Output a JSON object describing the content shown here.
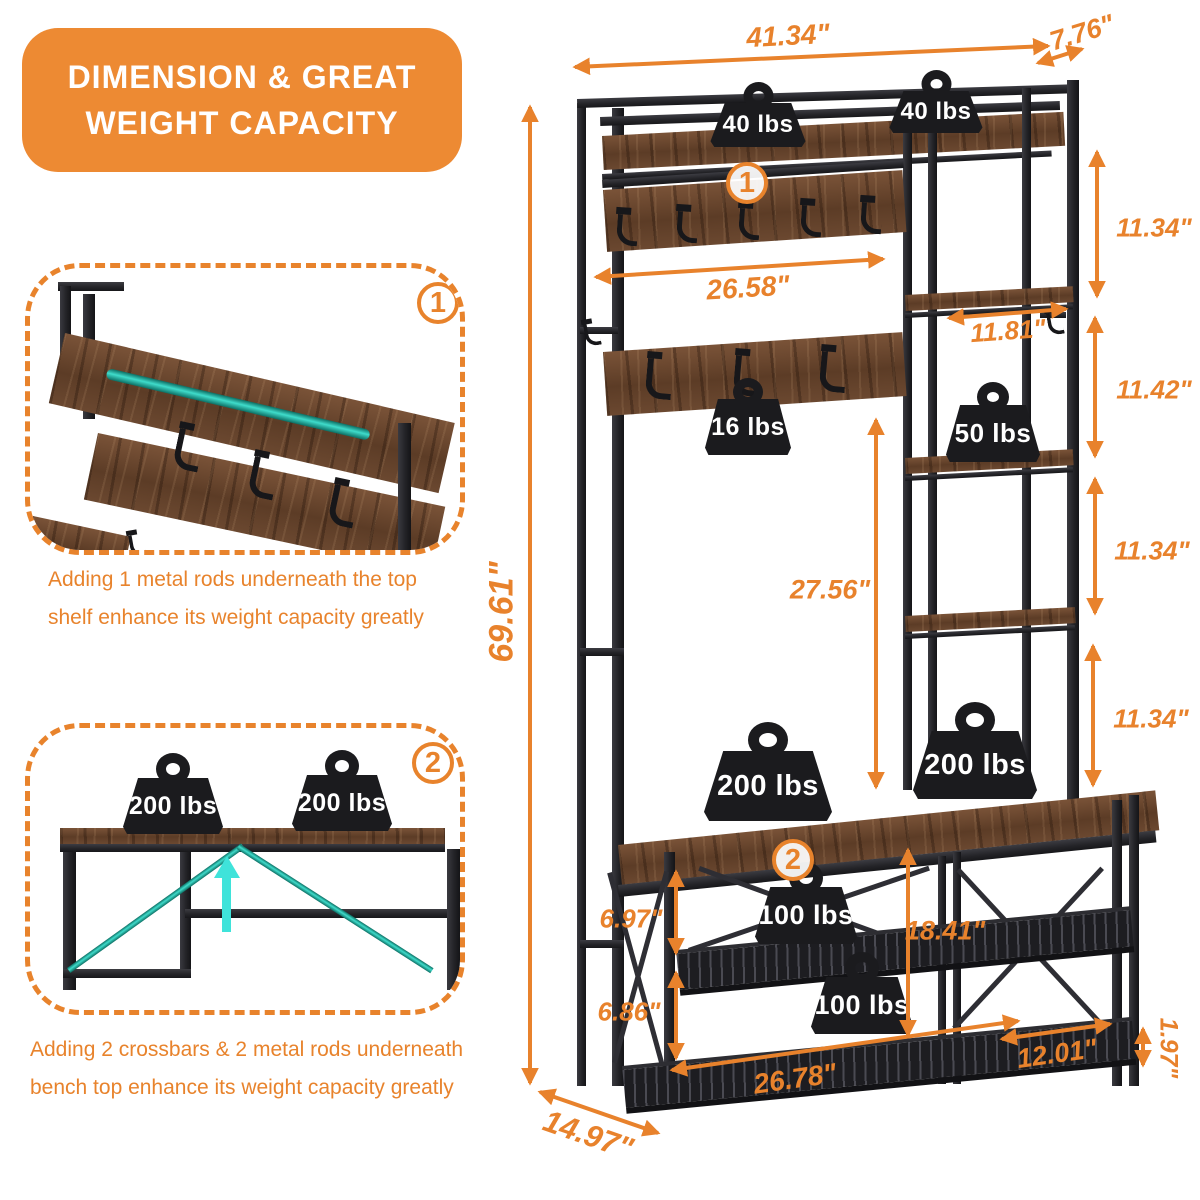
{
  "badge": {
    "line1": "DIMENSION & GREAT",
    "line2": "WEIGHT CAPACITY"
  },
  "callout1": {
    "marker": "1",
    "caption_line1": "Adding 1 metal rods underneath the top",
    "caption_line2": "shelf enhance its weight capacity greatly"
  },
  "callout2": {
    "marker": "2",
    "weight_left": "200 lbs",
    "weight_right": "200 lbs",
    "caption_line1": "Adding 2 crossbars & 2 metal rods underneath",
    "caption_line2": "bench top enhance its weight capacity greatly"
  },
  "diagram": {
    "marker1": "1",
    "marker2": "2",
    "weights": {
      "top_left": "40 lbs",
      "top_right": "40 lbs",
      "hook": "16 lbs",
      "side_shelf": "50 lbs",
      "bench_left": "200 lbs",
      "bench_right": "200 lbs",
      "shelf_upper": "100 lbs",
      "shelf_lower": "100 lbs"
    },
    "dims": {
      "top_width": "41.34\"",
      "top_depth": "7.76\"",
      "height": "69.61\"",
      "gap1": "11.34\"",
      "shelf_depth": "11.81\"",
      "gap2": "11.42\"",
      "gap3": "11.34\"",
      "gap4": "11.34\"",
      "hook_width": "26.58\"",
      "mid_height": "27.56\"",
      "mesh_gap1": "6.97\"",
      "mesh_gap2": "6.86\"",
      "bench_height": "18.41\"",
      "shoe_depth": "12.01\"",
      "foot_height": "1.97\"",
      "bench_width": "26.78\"",
      "depth": "14.97\""
    }
  },
  "colors": {
    "accent_orange": "#e8832c",
    "badge_orange": "#ed8a33",
    "teal_rod": "#2bbfae",
    "cyan_arrow": "#3fe3da",
    "metal_black": "#232327",
    "wood_brown": "#6b4830",
    "weight_black": "#1b1b1e"
  }
}
